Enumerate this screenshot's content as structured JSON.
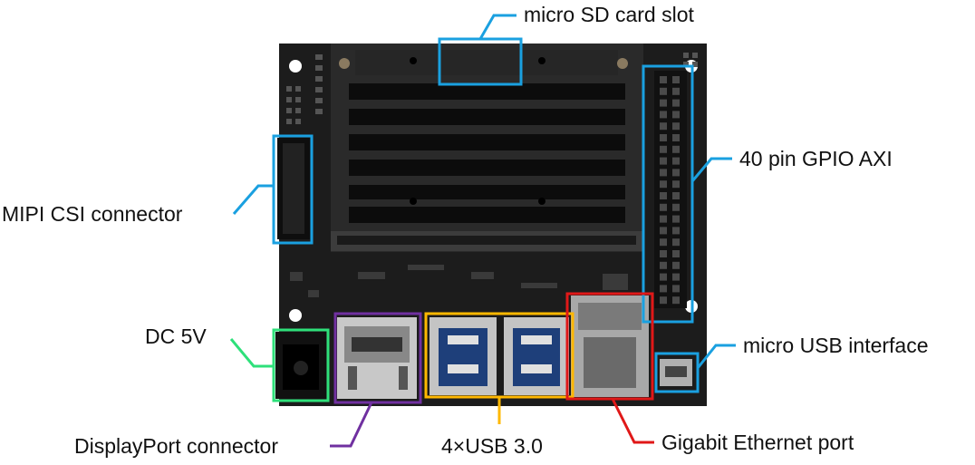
{
  "labels": {
    "micro_sd": "micro SD card slot",
    "gpio": "40 pin GPIO AXI",
    "mipi_csi": "MIPI CSI connector",
    "dc_5v": "DC 5V",
    "micro_usb": "micro USB interface",
    "displayport": "DisplayPort connector",
    "usb": "4×USB 3.0",
    "ethernet": "Gigabit Ethernet port"
  },
  "callout_colors": {
    "micro_sd": "#1aa0e0",
    "gpio": "#1aa0e0",
    "mipi_csi": "#1aa0e0",
    "micro_usb": "#1aa0e0",
    "dc_5v": "#2ee07a",
    "displayport": "#7030a0",
    "usb": "#ffb800",
    "ethernet": "#e01818"
  },
  "board_colors": {
    "pcb": "#1c1c1c",
    "heatsink": "#2a2a2a",
    "fin": "#0c0c0c",
    "metal": "#b8b8b8"
  }
}
